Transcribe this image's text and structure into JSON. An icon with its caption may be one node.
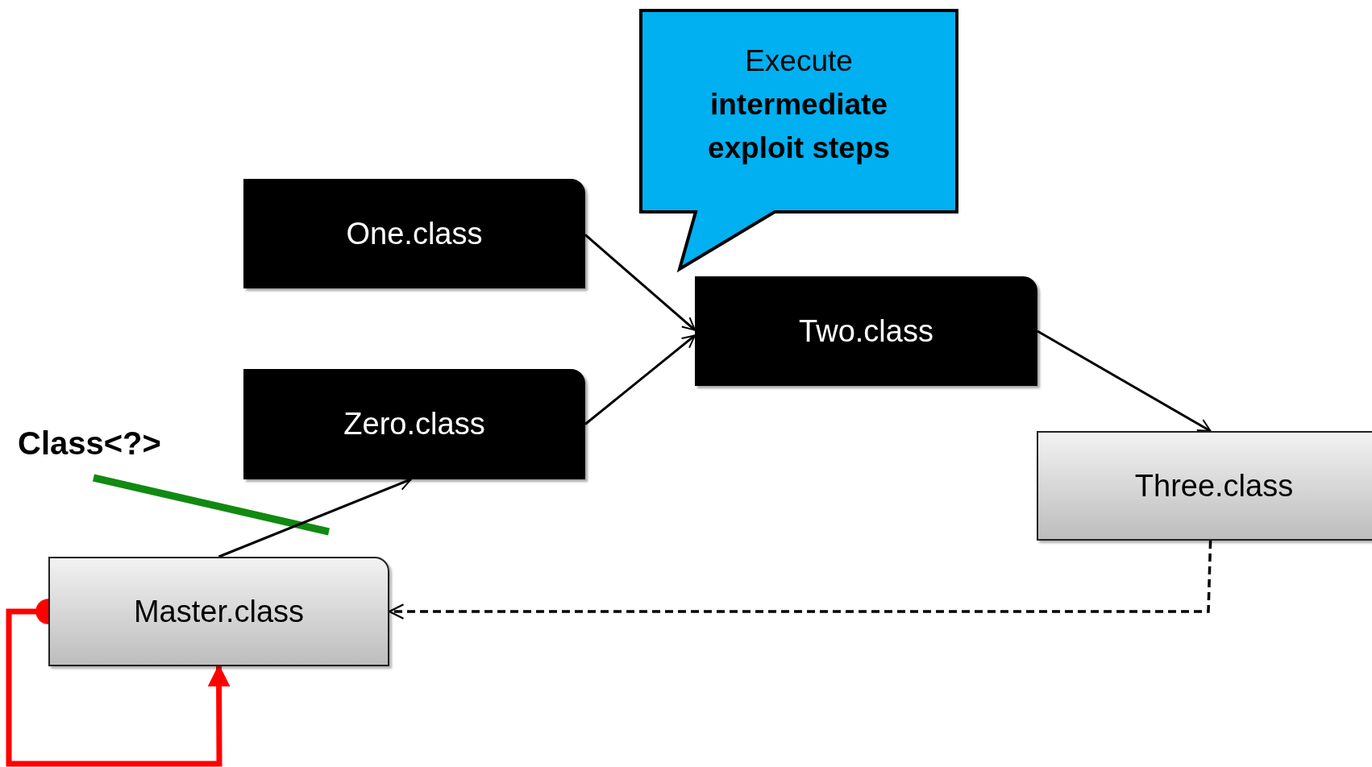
{
  "diagram": {
    "nodes": [
      {
        "text": [
          "Execute **intermediate exploit steps**"
        ]
      },
      {
        "text": [
          "One.class"
        ]
      },
      {
        "text": [
          "Zero.class"
        ]
      },
      {
        "text": [
          "Two.class"
        ]
      },
      {
        "text": [
          "Three.class"
        ]
      },
      {
        "text": [
          "Master.class"
        ]
      }
    ],
    "edges": [
      {
        "from": 1,
        "to": 3,
        "arrow": "to"
      },
      {
        "from": 2,
        "to": 3,
        "arrow": "to"
      },
      {
        "from": 3,
        "to": 4,
        "arrow": "to"
      },
      {
        "from": 5,
        "to": 2,
        "arrow": "to"
      },
      {
        "from": 4,
        "to": 5,
        "arrow": "to",
        "style": "dashed"
      },
      {
        "from": 5,
        "to": 5,
        "arrow": "to",
        "style": "thick",
        "color": "#ff0000"
      }
    ],
    "labels": [
      "Class<?>"
    ]
  }
}
